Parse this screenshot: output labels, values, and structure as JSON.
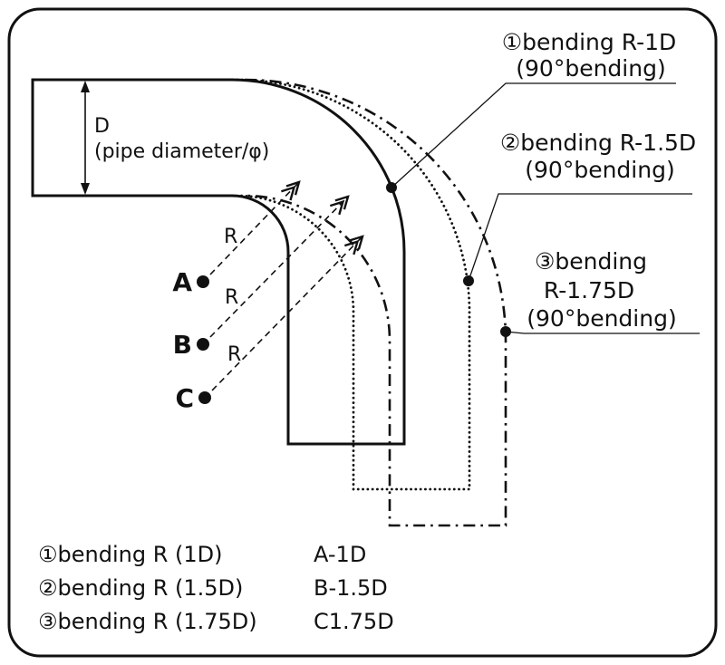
{
  "diagram": {
    "dimension": {
      "letter": "D",
      "description": "(pipe diameter/φ)"
    },
    "points": [
      {
        "name": "A",
        "radius_label": "R"
      },
      {
        "name": "B",
        "radius_label": "R"
      },
      {
        "name": "C",
        "radius_label": "R"
      }
    ],
    "callouts": [
      {
        "lines": [
          "①bending R-1D",
          "(90°bending)"
        ]
      },
      {
        "lines": [
          "②bending R-1.5D",
          "(90°bending)"
        ]
      },
      {
        "lines": [
          "③bending",
          "R-1.75D",
          "(90°bending)"
        ]
      }
    ],
    "legend": [
      {
        "label": "①bending R (1D)",
        "code": "A-1D"
      },
      {
        "label": "②bending R (1.5D)",
        "code": "B-1.5D"
      },
      {
        "label": "③bending R (1.75D)",
        "code": "C1.75D"
      }
    ],
    "colors": {
      "line": "#111111",
      "background": "#ffffff"
    }
  }
}
